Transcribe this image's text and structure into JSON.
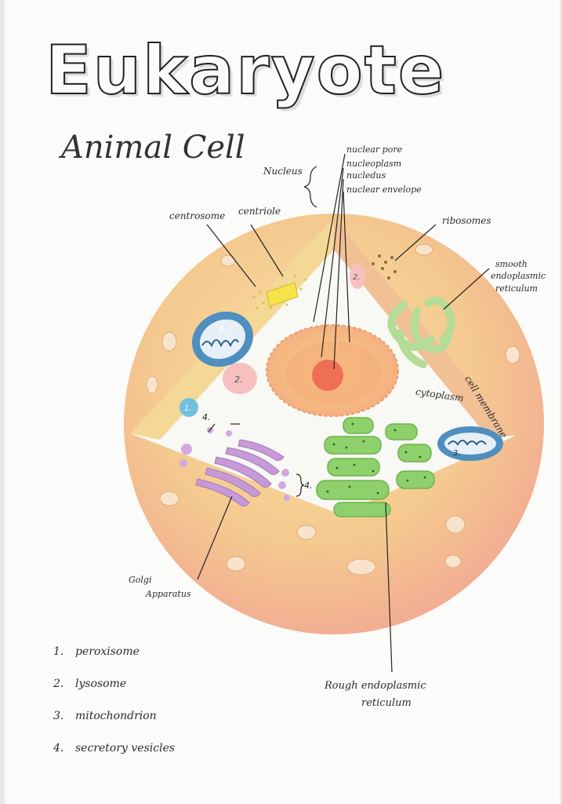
{
  "title": "Eukaryote",
  "subtitle": "Animal Cell",
  "labels": {
    "nucleus": "Nucleus",
    "nuclear_pore": "nuclear pore",
    "nucleoplasm": "nucleoplasm",
    "nucleolus": "nucledus",
    "nuclear_envelope": "nuclear envelope",
    "centrosome": "centrosome",
    "centriole": "centriole",
    "ribosomes": "ribosomes",
    "smooth_er": [
      "smooth",
      "endoplasmic",
      "reticulum"
    ],
    "cell_membrane": "cell membrane",
    "cytoplasm": "cytoplasm",
    "golgi": [
      "Golgi",
      "Apparatus"
    ],
    "rough_er": [
      "Rough endoplasmic",
      "reticulum"
    ]
  },
  "markers": {
    "peroxisome": "1.",
    "lysosome": "2.",
    "mitochondrion": "3.",
    "secretory_vesicles": "4."
  },
  "legend": [
    {
      "num": "1.",
      "text": "peroxisome"
    },
    {
      "num": "2.",
      "text": "lysosome"
    },
    {
      "num": "3.",
      "text": "mitochondrion"
    },
    {
      "num": "4.",
      "text": "secretory vesicles"
    }
  ],
  "colors": {
    "cytoplasm_outer": "#f4c98f",
    "membrane": "#f2cf7e",
    "nucleus": "#f6b98c",
    "nucleolus": "#ee6f55",
    "mitochondrion": "#4f8fbf",
    "rough_er": "#8ed06b",
    "smooth_er": "#b5dc97",
    "golgi": "#c69ad6",
    "lysosome": "#f6c0c0",
    "centriole": "#f7e34a"
  }
}
